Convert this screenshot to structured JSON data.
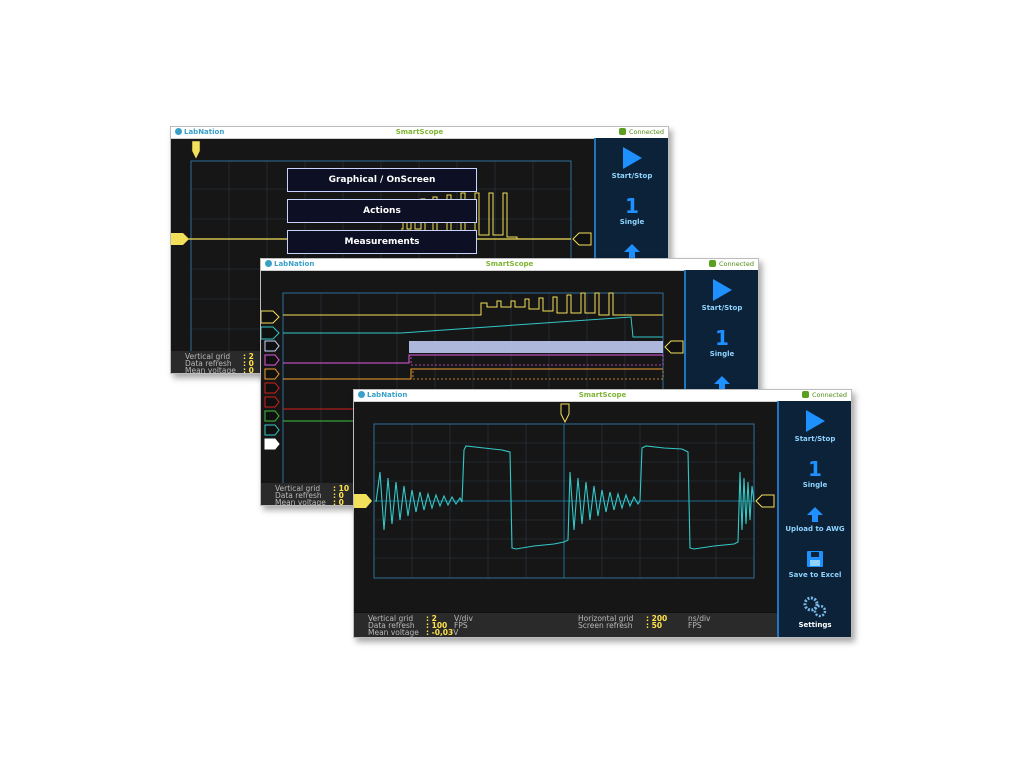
{
  "app": {
    "vendor": "LabNation",
    "title": "SmartScope",
    "status": "Connected"
  },
  "colors": {
    "ch1": "#f2e05a",
    "ch2": "#33c8c8",
    "accent": "#1e76c0",
    "button_text": "#8fd3ff",
    "value": "#ffe34a"
  },
  "window1": {
    "menu": {
      "graphical": "Graphical / OnScreen",
      "actions": "Actions",
      "measurements": "Measurements"
    },
    "sidebar": {
      "start_stop": "Start/Stop",
      "single": "Single"
    },
    "status": {
      "vertical_grid_label": "Vertical grid",
      "vertical_grid_value": ": 2",
      "data_refresh_label": "Data refresh",
      "data_refresh_value": ": 0",
      "mean_voltage_label": "Mean voltage",
      "mean_voltage_value": ": 0"
    }
  },
  "window2": {
    "sidebar": {
      "start_stop": "Start/Stop",
      "single": "Single"
    },
    "status": {
      "vertical_grid_label": "Vertical grid",
      "vertical_grid_value": ": 10",
      "data_refresh_label": "Data refresh",
      "data_refresh_value": ": 0",
      "mean_voltage_label": "Mean voltage",
      "mean_voltage_value": ": 0"
    }
  },
  "window3": {
    "sidebar": {
      "start_stop": "Start/Stop",
      "single": "Single",
      "upload": "Upload to AWG",
      "save": "Save to Excel",
      "settings": "Settings"
    },
    "status": {
      "vertical_grid_label": "Vertical grid",
      "vertical_grid_value": ": 2",
      "vertical_grid_unit": "V/div",
      "data_refresh_label": "Data refresh",
      "data_refresh_value": ": 100",
      "data_refresh_unit": "FPS",
      "mean_voltage_label": "Mean voltage",
      "mean_voltage_value": ": -0,03",
      "mean_voltage_unit": "V",
      "horizontal_grid_label": "Horizontal grid",
      "horizontal_grid_value": ": 200",
      "horizontal_grid_unit": "ns/div",
      "screen_refresh_label": "Screen refresh",
      "screen_refresh_value": ": 50",
      "screen_refresh_unit": "FPS"
    }
  },
  "icons": {
    "play": "play-icon",
    "single": "single-shot-icon",
    "upload": "upload-arrow-icon",
    "save": "floppy-disk-icon",
    "settings": "gears-icon",
    "logo": "labnation-logo-icon",
    "connected": "connected-check-icon"
  }
}
